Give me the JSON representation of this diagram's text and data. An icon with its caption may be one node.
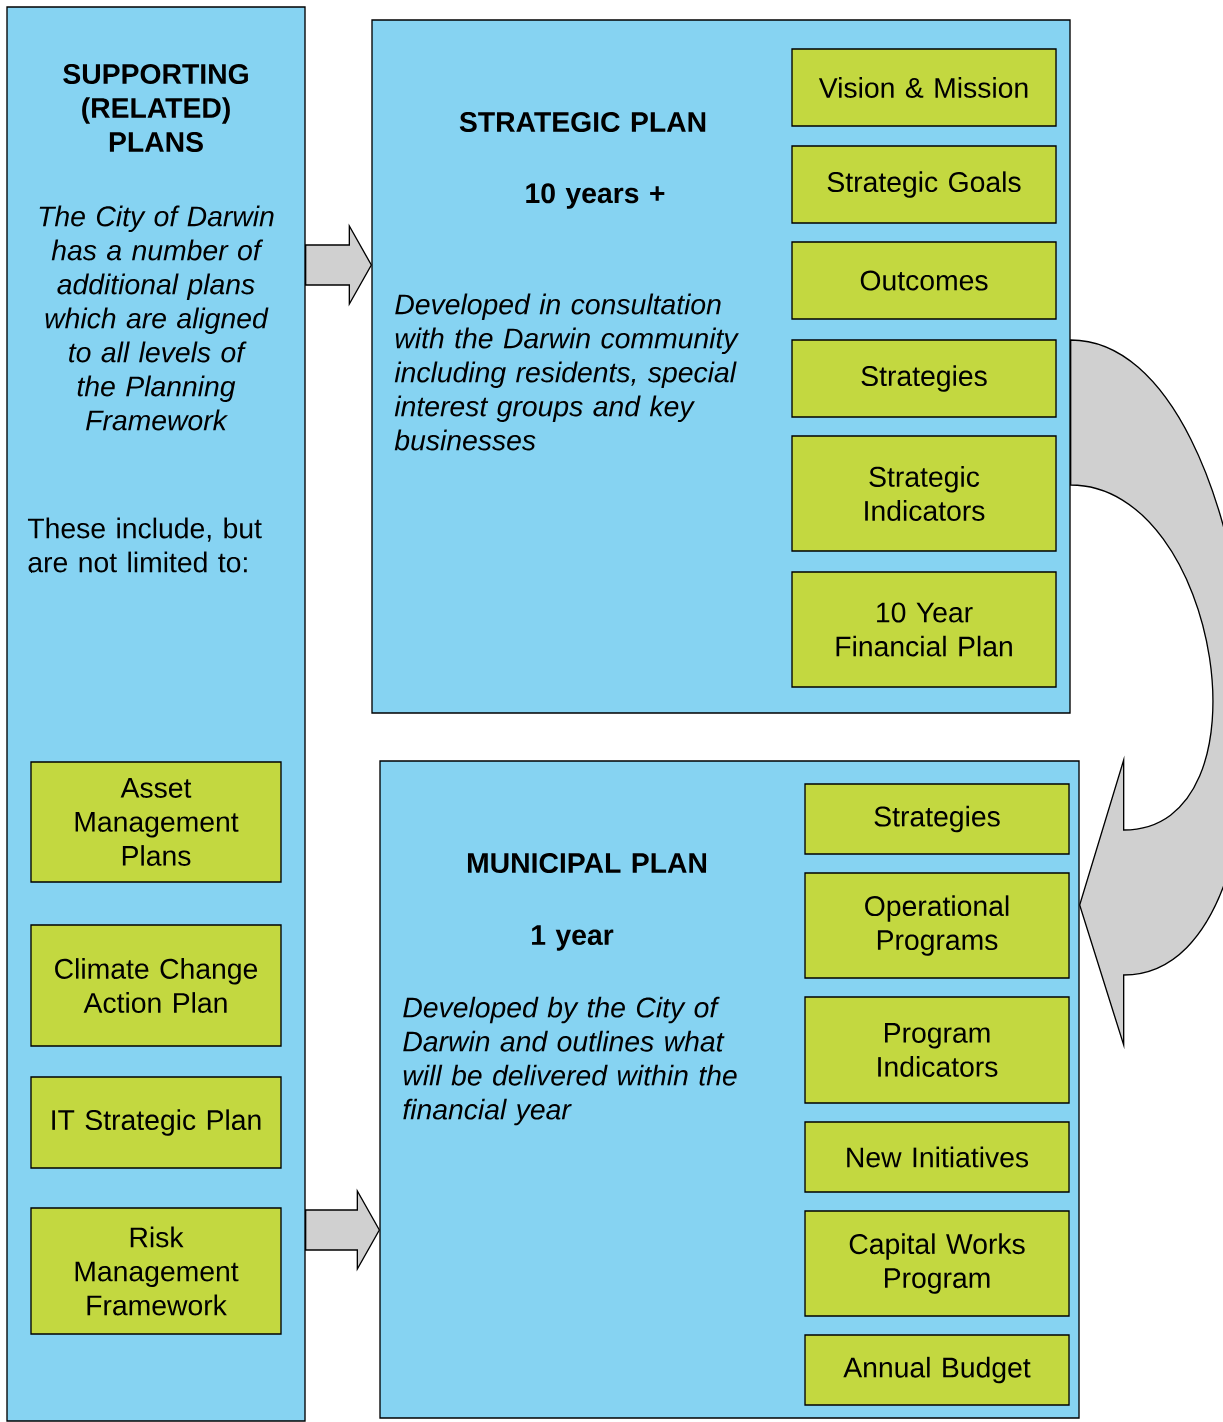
{
  "diagram": {
    "nodes": [
      {
        "text": [
          "SUPPORTING (RELATED) PLANS",
          "The City of Darwin has a number of additional plans which are aligned to all levels of the Planning Framework",
          "These include, but are not limited to:"
        ]
      },
      {
        "text": [
          "Asset Management Plans"
        ],
        "in": 0
      },
      {
        "text": [
          "Climate Change Action Plan"
        ],
        "in": 0
      },
      {
        "text": [
          "IT Strategic Plan"
        ],
        "in": 0
      },
      {
        "text": [
          "Risk Management Framework"
        ],
        "in": 0
      },
      {
        "text": [
          "STRATEGIC PLAN",
          "10 years +",
          "Developed in consultation with the Darwin community including residents, special interest groups and key businesses"
        ]
      },
      {
        "text": [
          "Vision & Mission"
        ],
        "in": 5
      },
      {
        "text": [
          "Strategic Goals"
        ],
        "in": 5
      },
      {
        "text": [
          "Outcomes"
        ],
        "in": 5
      },
      {
        "text": [
          "Strategies"
        ],
        "in": 5
      },
      {
        "text": [
          "Strategic Indicators"
        ],
        "in": 5
      },
      {
        "text": [
          "10 Year Financial Plan"
        ],
        "in": 5
      },
      {
        "text": [
          "MUNICIPAL PLAN",
          "1 year",
          "Developed by the City of Darwin and outlines what will be delivered within the financial year"
        ]
      },
      {
        "text": [
          "Strategies"
        ],
        "in": 12
      },
      {
        "text": [
          "Operational Programs"
        ],
        "in": 12
      },
      {
        "text": [
          "Program Indicators"
        ],
        "in": 12
      },
      {
        "text": [
          "New Initiatives"
        ],
        "in": 12
      },
      {
        "text": [
          "Capital Works Program"
        ],
        "in": 12
      },
      {
        "text": [
          "Annual Budget"
        ],
        "in": 12
      }
    ],
    "edges": [
      {
        "from": 0,
        "to": 5,
        "arrow": "to"
      },
      {
        "from": 0,
        "to": 12,
        "arrow": "to"
      },
      {
        "from": 5,
        "to": 12,
        "arrow": "to"
      }
    ]
  }
}
